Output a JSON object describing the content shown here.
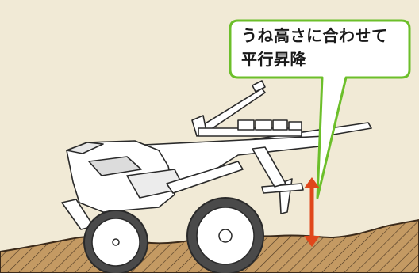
{
  "callout": {
    "lines": [
      "うね高さに合わせて",
      "平行昇降"
    ]
  },
  "colors": {
    "background": "#f1ead6",
    "ground_fill": "#c49a63",
    "ground_stroke": "#3b2a1a",
    "callout_border": "#6cbf2a",
    "callout_fill": "#ffffff",
    "arrow": "#e0471b",
    "machine_fill": "#ffffff",
    "machine_stroke": "#2a2a2a",
    "tire": "#4a4a4a"
  },
  "icons": {
    "height_arrow": "double-arrow-vertical",
    "machine": "ridge-cultivator-machine"
  }
}
